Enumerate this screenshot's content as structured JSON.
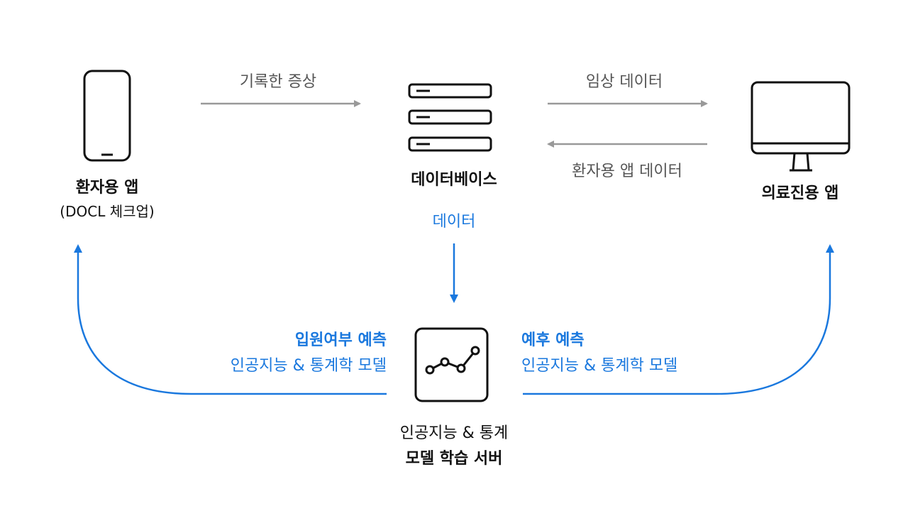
{
  "colors": {
    "accent": "#1a78de",
    "arrow_gray": "#999999",
    "ink": "#111111"
  },
  "patient_app": {
    "title": "환자용 앱",
    "subtitle": "(DOCL 체크업)",
    "icon": "smartphone-icon"
  },
  "database": {
    "title": "데이터베이스",
    "icon": "server-icon"
  },
  "clinician_app": {
    "title": "의료진용 앱",
    "icon": "monitor-icon"
  },
  "server": {
    "line1": "인공지능 & 통계",
    "line2": "모델 학습 서버",
    "icon": "line-chart-icon"
  },
  "arrows": {
    "recorded_symptoms": "기록한 증상",
    "clinical_data": "임상 데이터",
    "patient_app_data": "환자용 앱 데이터",
    "data": "데이터"
  },
  "left_model": {
    "title": "입원여부 예측",
    "subtitle": "인공지능 & 통계학 모델"
  },
  "right_model": {
    "title": "예후 예측",
    "subtitle": "인공지능 & 통계학 모델"
  }
}
